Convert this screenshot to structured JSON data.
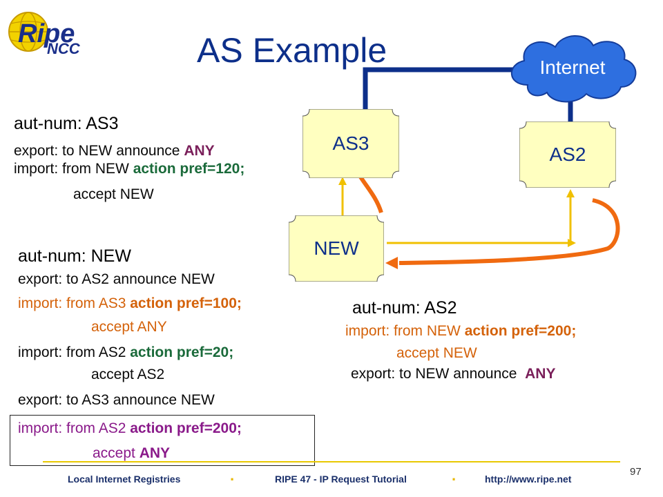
{
  "logo": {
    "ripe": "Ripe",
    "ncc": "NCC"
  },
  "title": "AS Example",
  "internet": "Internet",
  "nodes": {
    "as3": "AS3",
    "as2": "AS2",
    "new": "NEW"
  },
  "as3_block": {
    "heading": "aut-num: AS3",
    "export_prefix": "export: to NEW announce ",
    "export_bold": "ANY",
    "import_prefix": "import: from NEW ",
    "import_bold": "action pref=120;",
    "accept": "accept NEW"
  },
  "new_block": {
    "heading": "aut-num: NEW",
    "export1": "export: to AS2 announce NEW",
    "import1_prefix": "import: from AS3 ",
    "import1_bold": "action pref=100;",
    "accept1": "accept ANY",
    "import2_prefix": "import: from AS2 ",
    "import2_bold": "action pref=20;",
    "accept2": "accept AS2",
    "export2": "export: to AS3 announce NEW",
    "import3_prefix": "import: from AS2 ",
    "import3_bold": "action pref=200;",
    "accept3_prefix": "accept ",
    "accept3_bold": "ANY"
  },
  "as2_block": {
    "heading": "aut-num: AS2",
    "import_prefix": "import: from NEW ",
    "import_bold": "action pref=200;",
    "accept": "accept NEW",
    "export_prefix": "export: to NEW announce  ",
    "export_bold": "ANY"
  },
  "footer": {
    "left": "Local Internet Registries",
    "sep1": ".",
    "middle": "RIPE 47  - IP Request Tutorial",
    "sep2": ".",
    "right": "http://www.ripe.net",
    "page": "97"
  },
  "colors": {
    "title": "#0d2f8a",
    "cloud": "#2e6fe0",
    "node_fill": "#ffffc0",
    "link": "#0d2f8a",
    "yellow_arrow": "#f0c000",
    "orange_arrow": "#f06a10",
    "footer_rule": "#e8c800"
  }
}
